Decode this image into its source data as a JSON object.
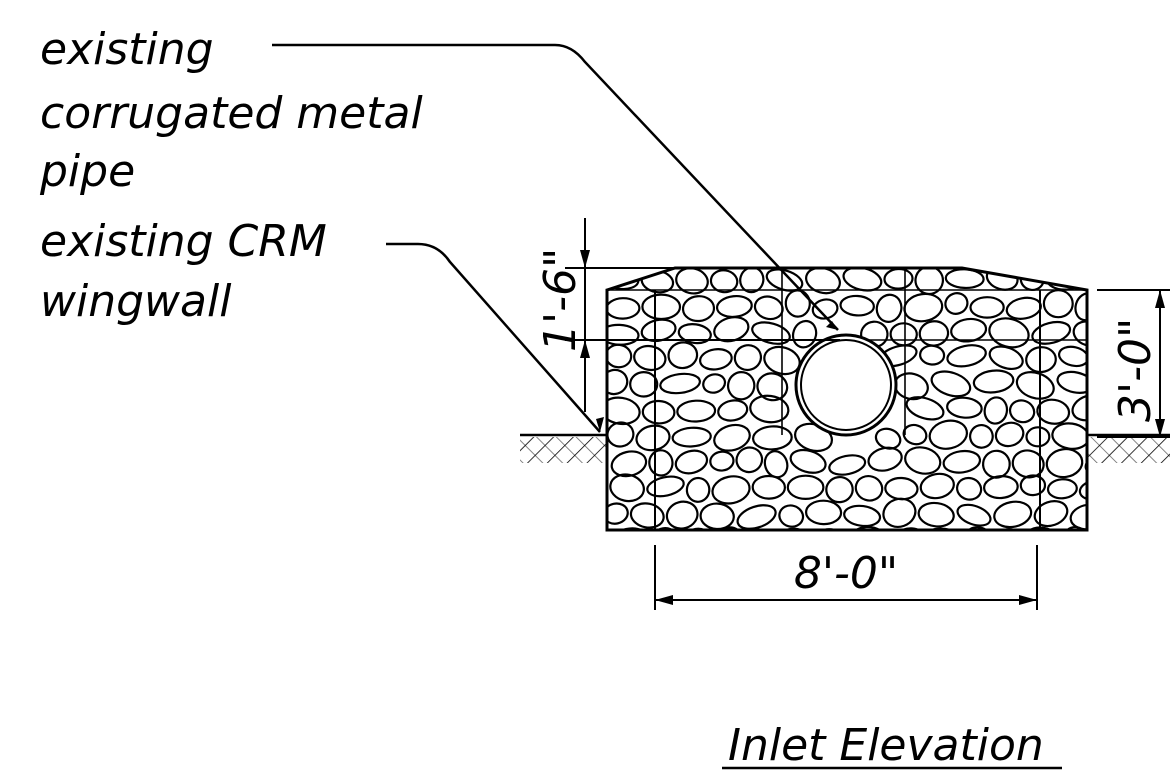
{
  "callouts": {
    "pipe": {
      "line1": "existing",
      "line2": "corrugated metal",
      "line3": "pipe"
    },
    "wingwall": {
      "line1": "existing CRM",
      "line2": "wingwall"
    }
  },
  "dimensions": {
    "width": "8'-0\"",
    "height": "3'-0\"",
    "cover": "1'-6\""
  },
  "title": "Inlet Elevation",
  "colors": {
    "ink": "#000000",
    "paper": "#ffffff"
  }
}
